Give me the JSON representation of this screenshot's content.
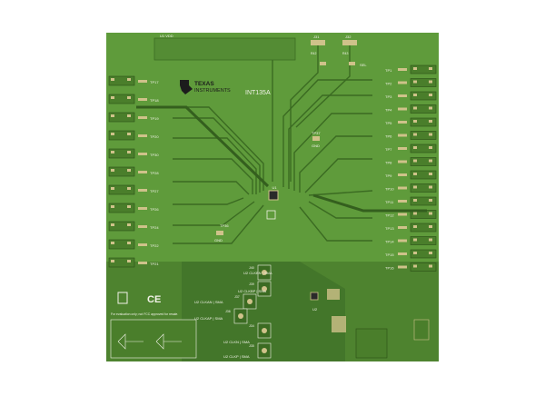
{
  "board": {
    "brand_line1": "TEXAS",
    "brand_line2": "INSTRUMENTS",
    "part_number": "INT135A",
    "u1_vdd": "U1 VDD",
    "ce_mark": "CE",
    "eval_notice": "For evaluation only; not FCC approved for resale.",
    "gnd": "GND",
    "tp37": "TP37",
    "tp36": "TP36",
    "u1": "U1",
    "u2": "U2",
    "j31": "J31",
    "j32": "J32",
    "sel": "SEL",
    "r42": "R42",
    "r43": "R43",
    "smas": [
      {
        "jack": "J40",
        "label": "U2 CLKBN | SMA"
      },
      {
        "jack": "J39",
        "label": "U2 CLKBP | SMA"
      },
      {
        "jack": "J37",
        "label": "U2 CLKAN | SMA"
      },
      {
        "jack": "J36",
        "label": "U2 CLKAP | SMA"
      },
      {
        "jack": "J34",
        "label": "U2 CLKN | SMA"
      },
      {
        "jack": "J35",
        "label": "U2 CLKP | SMA"
      }
    ],
    "tp_left": [
      "TP17",
      "TP18",
      "TP19",
      "TP20",
      "TP30",
      "TP28",
      "TP27",
      "TP26",
      "TP24",
      "TP22",
      "TP21"
    ],
    "tp_right": [
      "TP1",
      "TP2",
      "TP3",
      "TP4",
      "TP5",
      "TP6",
      "TP7",
      "TP8",
      "TP9",
      "TP10",
      "TP11",
      "TP12",
      "TP13",
      "TP14",
      "TP15",
      "TP16"
    ]
  },
  "colors": {
    "board": "#5f9b3b",
    "board_dark": "#4a7e2b",
    "trace": "#3b6b22",
    "pad": "#cfc28a",
    "silk": "#f2f2e8"
  }
}
